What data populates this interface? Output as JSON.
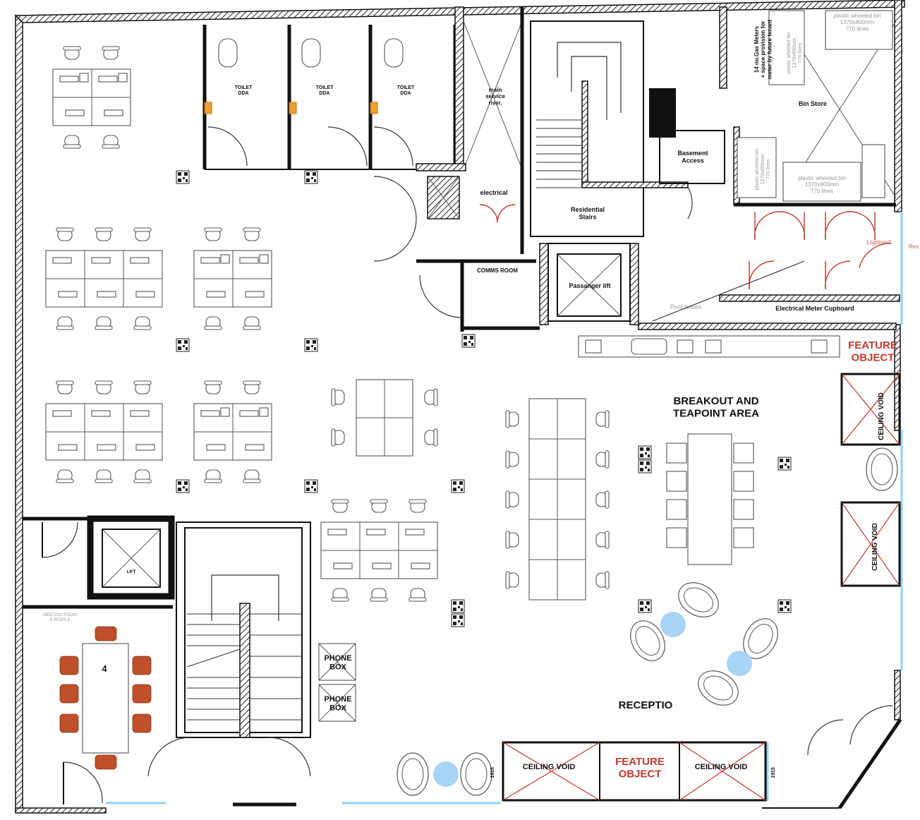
{
  "plan": {
    "rooms": {
      "toilet_1": "TOILET\nDDA",
      "toilet_2": "TOILET\nDDA",
      "toilet_3": "TOILET\nDDA",
      "main_service_riser": "main\nservice\nriser.",
      "electrical": "electrical",
      "comms_room": "COMMS ROOM",
      "residential_stairs": "Residential\nStairs",
      "basement_access": "Basement\nAccess",
      "bin_store": "Bin Store",
      "gas_meters": "14 no.Gas Meters\n+ space provision for\nmeter by future tenant",
      "passenger_lift": "Passanger lift",
      "post_boxes": "Post boxes",
      "electrical_meter_cupboard": "Electrical Meter Cupboard",
      "breakout_area": "BREAKOUT AND\nTEAPOINT AREA",
      "lift": "LIFT",
      "meeting_room": "MEETING ROOM\n8 PEOPLE",
      "meeting_table_number": "4",
      "phone_box_1": "PHONE\nBOX",
      "phone_box_2": "PHONE\nBOX",
      "reception": "RECEPTIO",
      "lightwell": "Lightwell",
      "res": "Res"
    },
    "bins": [
      "plastic wheeled bin\n1370x800mm\n770 litres",
      "plastic wheeled bin\n1370x800mm\n770 litres",
      "plastic wheeled bin\n1370x800mm\n770 litres",
      "plastic wheeled bin\n1370x800mm\n770 litres"
    ],
    "features": {
      "feature_object_right": "FEATURE\nOBJECT",
      "feature_object_bottom": "FEATURE\nOBJECT",
      "ceiling_void_right_1": "CEILING VOID",
      "ceiling_void_right_2": "CEILING VOID",
      "ceiling_void_bottom_1": "CEILING VOID",
      "ceiling_void_bottom_2": "CEILING VOID"
    },
    "dimension_labels": [
      "1915",
      "1915"
    ],
    "colors": {
      "wall": "#111111",
      "accent_red": "#c0392b",
      "glazing": "#8fd3f4",
      "reception_disc": "#a8d4f5",
      "meeting_chair": "#c0502b"
    }
  }
}
